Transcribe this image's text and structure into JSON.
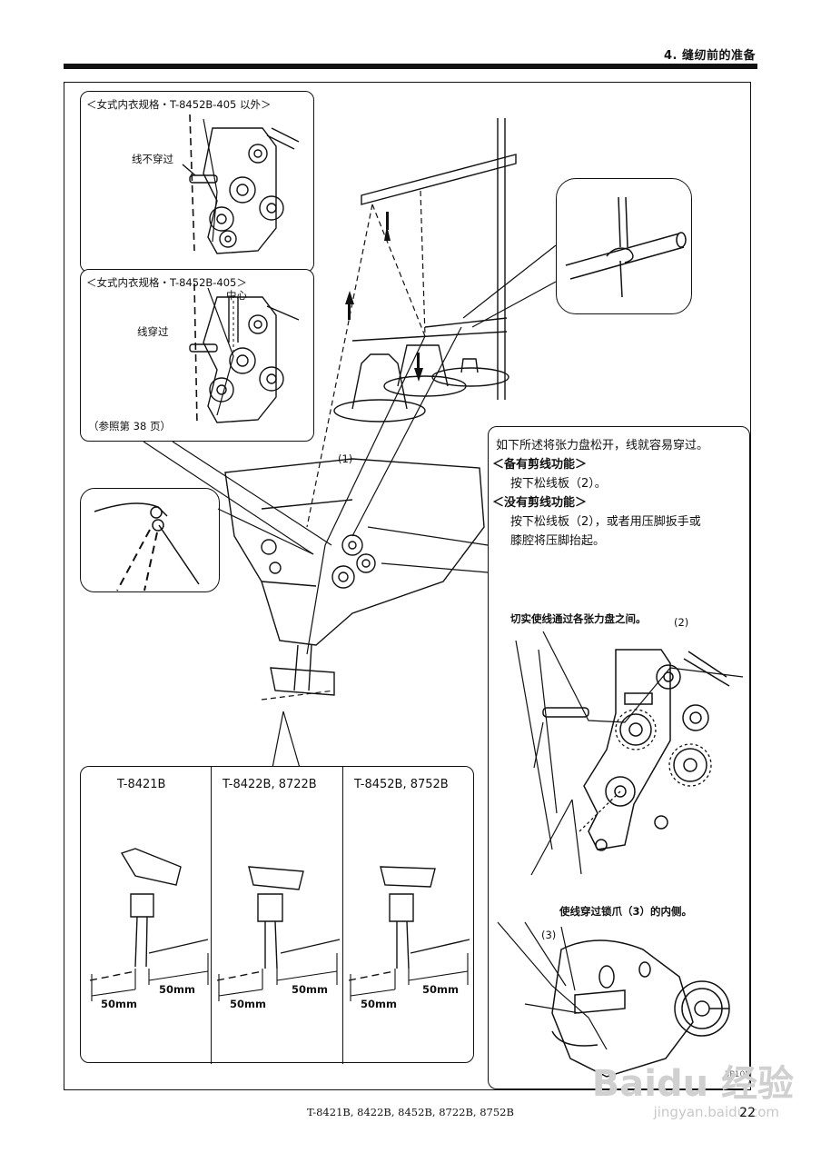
{
  "header": {
    "section_title": "4. 缝纫前的准备"
  },
  "insets": {
    "top_left_title": "＜女式内衣规格・T-8452B-405 以外＞",
    "top_left_label": "线不穿过",
    "mid_left_title": "＜女式内衣规格・T-8452B-405＞",
    "mid_left_center": "中心",
    "mid_left_label": "线穿过",
    "mid_left_ref": "（参照第 38 页）"
  },
  "main": {
    "callout_1": "(1)"
  },
  "note": {
    "line1": "如下所述将张力盘松开，线就容易穿过。",
    "h1": "＜备有剪线功能＞",
    "t1": "按下松线板（2）。",
    "h2": "＜没有剪线功能＞",
    "t2a": "按下松线板（2），或者用压脚扳手或",
    "t2b": "膝腔将压脚抬起。"
  },
  "tension": {
    "title": "切实使线通过各张力盘之间。",
    "callout": "(2)"
  },
  "lock": {
    "title": "使线穿过锁爪（3）的内侧。",
    "callout": "(3)"
  },
  "models": [
    {
      "name": "T-8421B",
      "dim_left": "50mm",
      "dim_right": "50mm"
    },
    {
      "name": "T-8422B, 8722B",
      "dim_left": "50mm",
      "dim_right": "50mm"
    },
    {
      "name": "T-8452B, 8752B",
      "dim_left": "50mm",
      "dim_right": "50mm"
    }
  ],
  "code": "3P10M",
  "footer": {
    "models_text": "T-8421B, 8422B, 8452B, 8722B, 8752B",
    "page_number": "22"
  },
  "watermark": {
    "brand": "Baidu 经验",
    "url": "jingyan.baidu.com"
  }
}
